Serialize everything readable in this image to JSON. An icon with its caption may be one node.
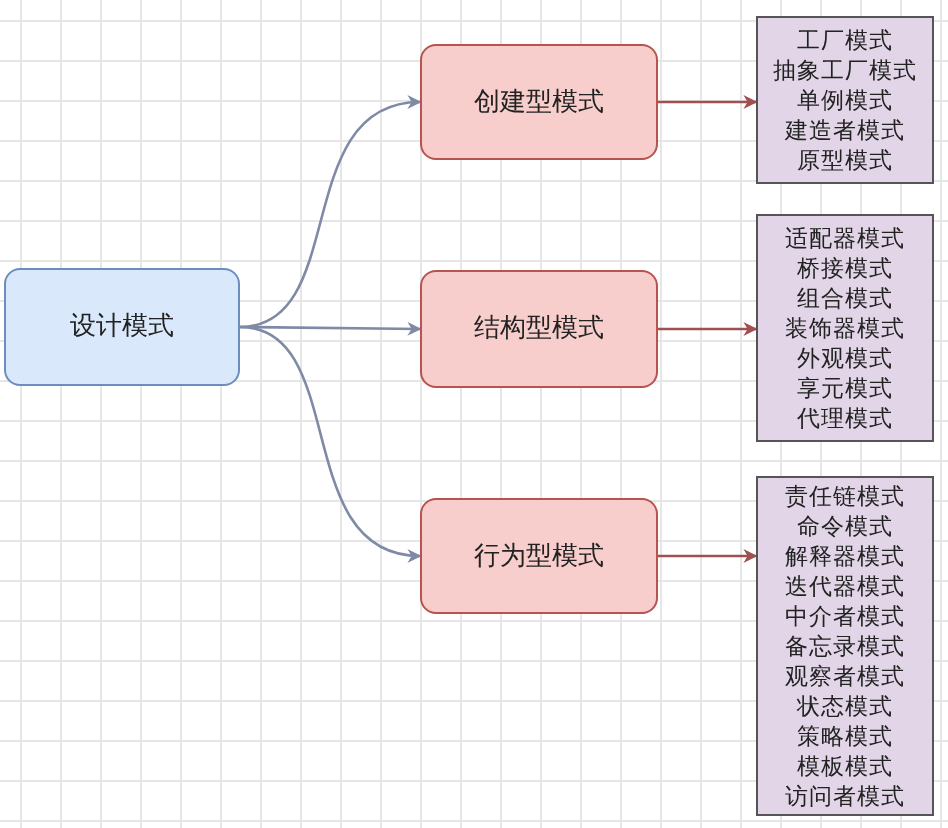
{
  "diagram": {
    "nodes": [
      {
        "text": [
          "设计模式"
        ]
      },
      {
        "text": [
          "创建型模式"
        ]
      },
      {
        "text": [
          "结构型模式"
        ]
      },
      {
        "text": [
          "行为型模式"
        ]
      },
      {
        "text": [
          "工厂模式",
          "抽象工厂模式",
          "单例模式",
          "建造者模式",
          "原型模式"
        ]
      },
      {
        "text": [
          "适配器模式",
          "桥接模式",
          "组合模式",
          "装饰器模式",
          "外观模式",
          "享元模式",
          "代理模式"
        ]
      },
      {
        "text": [
          "责任链模式",
          "命令模式",
          "解释器模式",
          "迭代器模式",
          "中介者模式",
          "备忘录模式",
          "观察者模式",
          "状态模式",
          "策略模式",
          "模板模式",
          "访问者模式"
        ]
      }
    ],
    "edges": [
      {
        "from": 0,
        "to": 1,
        "arrow": "to",
        "color": "#7f8aa6"
      },
      {
        "from": 0,
        "to": 2,
        "arrow": "to",
        "color": "#7f8aa6"
      },
      {
        "from": 0,
        "to": 3,
        "arrow": "to",
        "color": "#7f8aa6"
      },
      {
        "from": 1,
        "to": 4,
        "arrow": "to",
        "color": "#a05050"
      },
      {
        "from": 2,
        "to": 5,
        "arrow": "to",
        "color": "#a05050"
      },
      {
        "from": 3,
        "to": 6,
        "arrow": "to",
        "color": "#a05050"
      }
    ]
  }
}
